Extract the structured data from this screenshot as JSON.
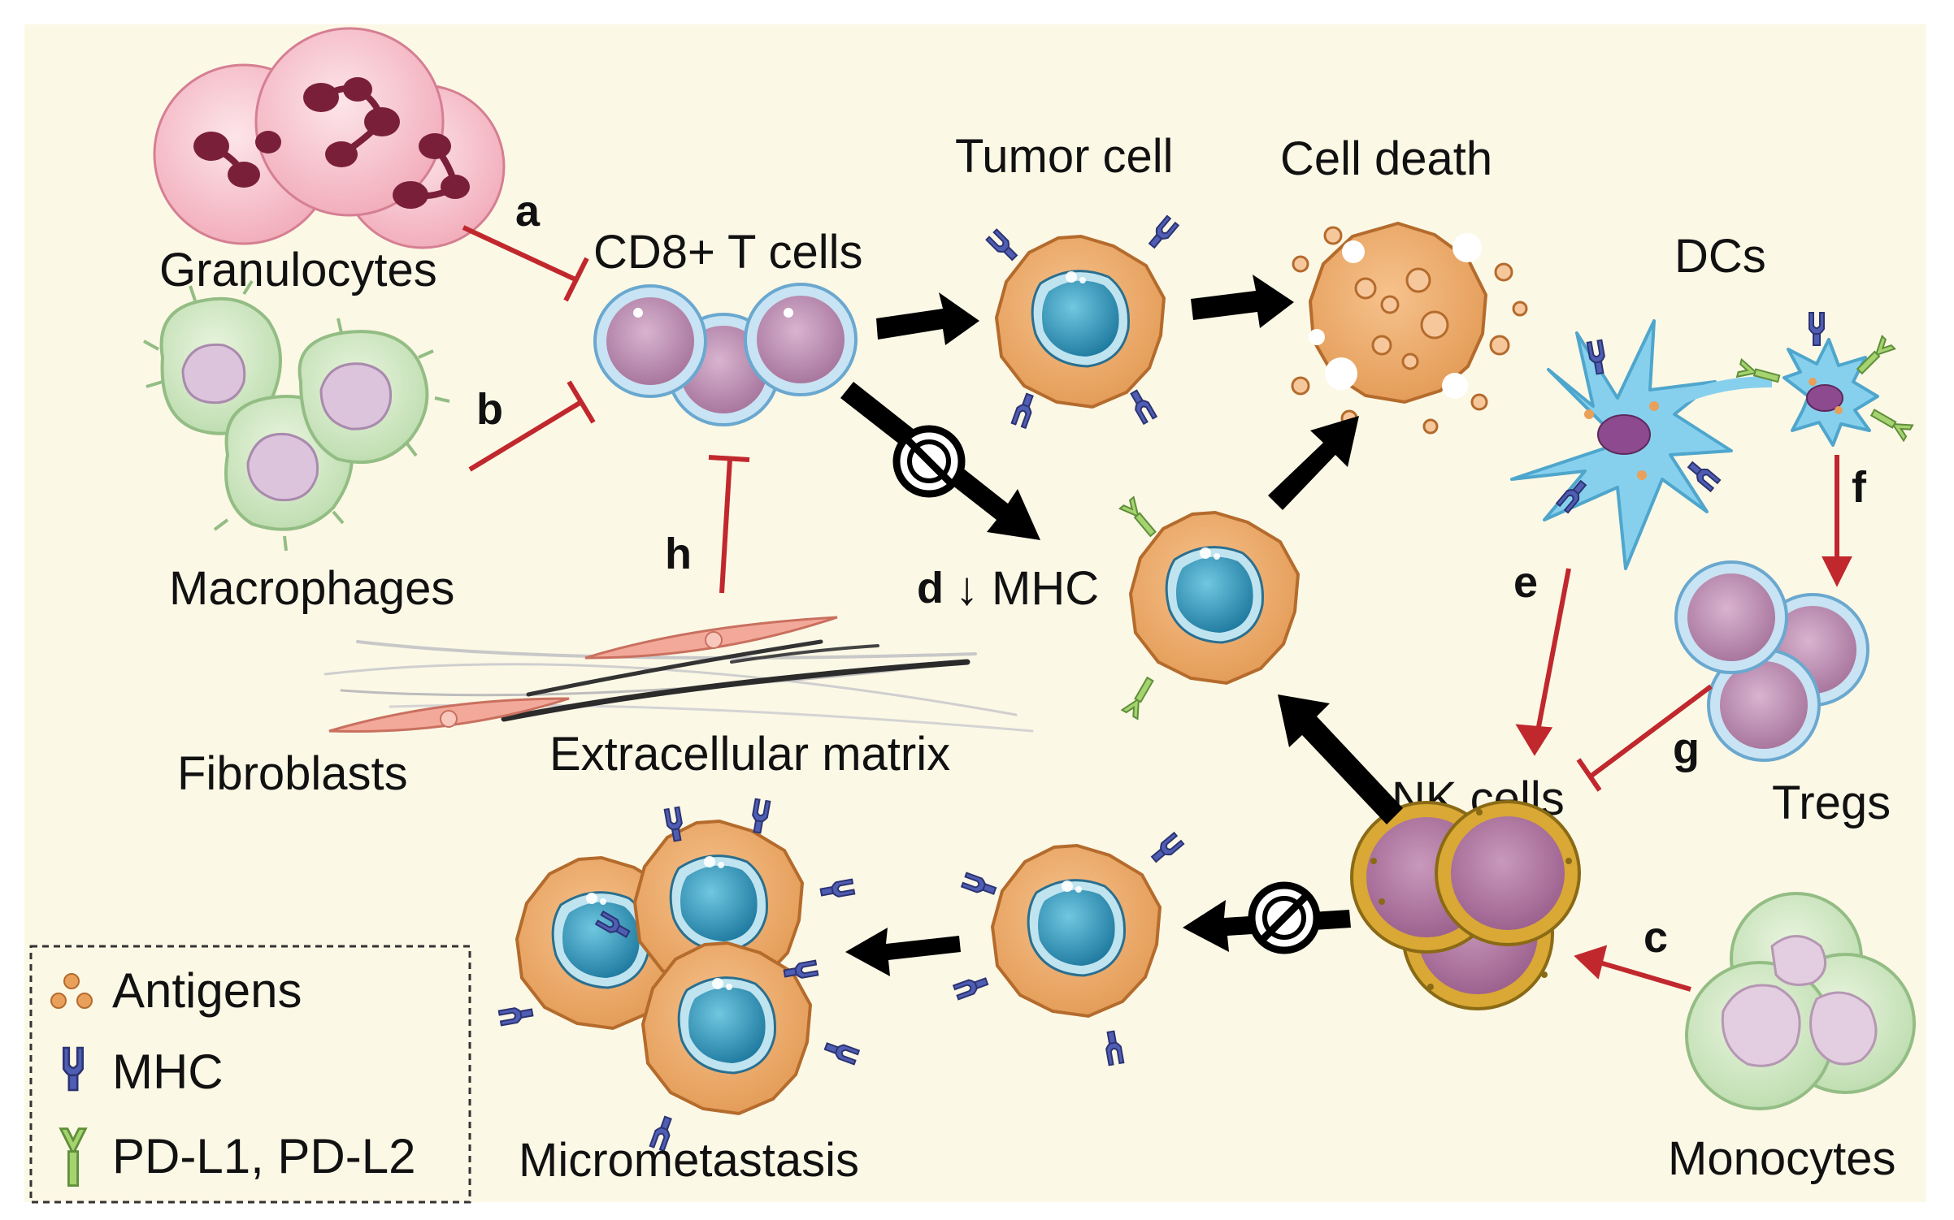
{
  "labels": {
    "granulocytes": "Granulocytes",
    "macrophages": "Macrophages",
    "fibroblasts": "Fibroblasts",
    "extracellular_matrix": "Extracellular matrix",
    "cd8_t_cells": "CD8+ T cells",
    "tumor_cell": "Tumor cell",
    "cell_death": "Cell death",
    "dcs": "DCs",
    "tregs": "Tregs",
    "nk_cells": "NK cells",
    "monocytes": "Monocytes",
    "micrometastasis": "Micrometastasis",
    "mhc_down": "MHC",
    "down_arrow": "↓"
  },
  "letters": {
    "a": "a",
    "b": "b",
    "c": "c",
    "d": "d",
    "e": "e",
    "f": "f",
    "g": "g",
    "h": "h"
  },
  "legend": {
    "antigens": "Antigens",
    "mhc": "MHC",
    "pdl": "PD-L1, PD-L2"
  },
  "colors": {
    "background": "#fcf8e6",
    "inhibit_red": "#c0282d",
    "tumor_orange": "#eba566",
    "nucleus_teal": "#2f8fb0",
    "tcell_purple": "#c69bb8",
    "dc_blue": "#86d0ee",
    "nk_gold": "#d7a42f",
    "mhc_blue": "#5563b8",
    "pdl_green": "#9ccf6a"
  }
}
